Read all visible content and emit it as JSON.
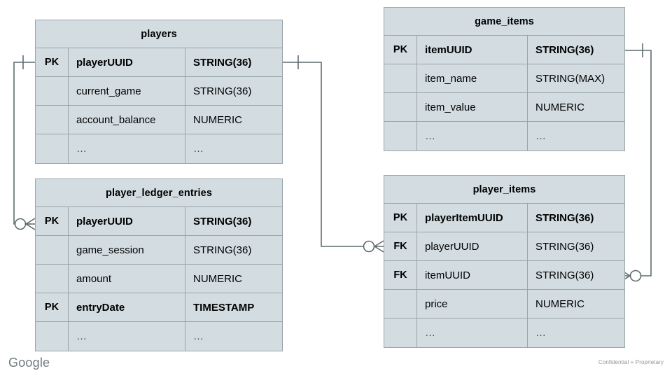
{
  "diagram": {
    "type": "entity-relationship-diagram",
    "colors": {
      "entity_fill": "#d3dde1",
      "entity_border": "#9aa5a8",
      "connector": "#5f6b6e",
      "text": "#000000",
      "footer_text": "#6f7a7d"
    },
    "columns": {
      "key_header": "",
      "name_header": "",
      "type_header": ""
    }
  },
  "entities": [
    {
      "id": "players",
      "title": "players",
      "rows": [
        {
          "key": "PK",
          "name": "playerUUID",
          "type": "STRING(36)",
          "pk": true
        },
        {
          "key": "",
          "name": "current_game",
          "type": "STRING(36)",
          "pk": false
        },
        {
          "key": "",
          "name": "account_balance",
          "type": "NUMERIC",
          "pk": false
        },
        {
          "key": "",
          "name": "…",
          "type": "…",
          "pk": false,
          "ellipsis": true
        }
      ]
    },
    {
      "id": "player_ledger_entries",
      "title": "player_ledger_entries",
      "rows": [
        {
          "key": "PK",
          "name": "playerUUID",
          "type": "STRING(36)",
          "pk": true
        },
        {
          "key": "",
          "name": "game_session",
          "type": "STRING(36)",
          "pk": false
        },
        {
          "key": "",
          "name": "amount",
          "type": "NUMERIC",
          "pk": false
        },
        {
          "key": "PK",
          "name": "entryDate",
          "type": "TIMESTAMP",
          "pk": true
        },
        {
          "key": "",
          "name": "…",
          "type": "…",
          "pk": false,
          "ellipsis": true
        }
      ]
    },
    {
      "id": "game_items",
      "title": "game_items",
      "rows": [
        {
          "key": "PK",
          "name": "itemUUID",
          "type": "STRING(36)",
          "pk": true
        },
        {
          "key": "",
          "name": "item_name",
          "type": "STRING(MAX)",
          "pk": false
        },
        {
          "key": "",
          "name": "item_value",
          "type": "NUMERIC",
          "pk": false
        },
        {
          "key": "",
          "name": "…",
          "type": "…",
          "pk": false,
          "ellipsis": true
        }
      ]
    },
    {
      "id": "player_items",
      "title": "player_items",
      "rows": [
        {
          "key": "PK",
          "name": "playerItemUUID",
          "type": "STRING(36)",
          "pk": true
        },
        {
          "key": "FK",
          "name": "playerUUID",
          "type": "STRING(36)",
          "pk": false
        },
        {
          "key": "FK",
          "name": "itemUUID",
          "type": "STRING(36)",
          "pk": false
        },
        {
          "key": "",
          "name": "price",
          "type": "NUMERIC",
          "pk": false
        },
        {
          "key": "",
          "name": "…",
          "type": "…",
          "pk": false,
          "ellipsis": true
        }
      ]
    }
  ],
  "relationships": [
    {
      "id": "players-to-ledger",
      "from": "players.playerUUID",
      "to": "player_ledger_entries.playerUUID",
      "from_cardinality": "one",
      "to_cardinality": "zero-or-many"
    },
    {
      "id": "players-to-player-items",
      "from": "players.playerUUID",
      "to": "player_items.playerUUID",
      "from_cardinality": "one",
      "to_cardinality": "zero-or-many"
    },
    {
      "id": "game-items-to-player-items",
      "from": "game_items.itemUUID",
      "to": "player_items.itemUUID",
      "from_cardinality": "one",
      "to_cardinality": "zero-or-many"
    }
  ],
  "footer": {
    "logo": "Google",
    "note": "Confidential + Proprietary"
  }
}
